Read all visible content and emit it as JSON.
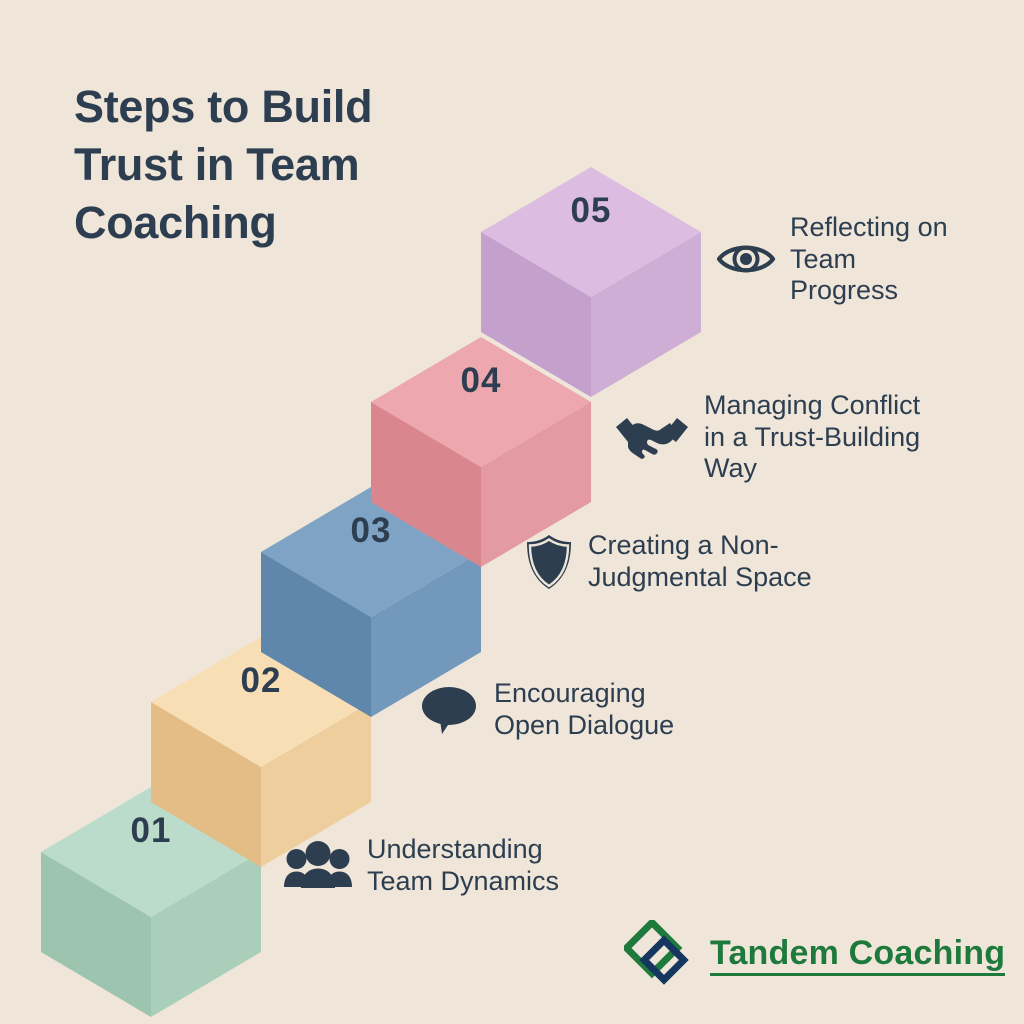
{
  "page": {
    "background_color": "#EFE5D8",
    "ink_color": "#2C3E50",
    "title_lines": [
      "Steps to Build",
      "Trust in Team",
      "Coaching"
    ],
    "title_full": "Steps to Build Trust in Team Coaching"
  },
  "steps": [
    {
      "number": "01",
      "icon": "people-group-icon",
      "label": "Understanding\nTeam Dynamics",
      "label_plain": "Understanding Team Dynamics",
      "color_top": "#BCDCCB",
      "color_left": "#9CC4AF",
      "color_right": "#A9CFBB"
    },
    {
      "number": "02",
      "icon": "speech-bubble-icon",
      "label": "Encouraging\nOpen Dialogue",
      "label_plain": "Encouraging Open Dialogue",
      "color_top": "#F7DEB4",
      "color_left": "#E3BC86",
      "color_right": "#EFCE9E"
    },
    {
      "number": "03",
      "icon": "shield-icon",
      "label": "Creating a Non-\nJudgmental Space",
      "label_plain": "Creating a Non-Judgmental Space",
      "color_top": "#7FA3C4",
      "color_left": "#5F87AB",
      "color_right": "#7298BC"
    },
    {
      "number": "04",
      "icon": "handshake-icon",
      "label": "Managing Conflict\nin a Trust-Building\nWay",
      "label_plain": "Managing Conflict in a Trust-Building Way",
      "color_top": "#EDA7AE",
      "color_left": "#D9868F",
      "color_right": "#E39AA2"
    },
    {
      "number": "05",
      "icon": "eye-icon",
      "label": "Reflecting on\nTeam\nProgress",
      "label_plain": "Reflecting on Team Progress",
      "color_top": "#DCBCE0",
      "color_left": "#C4A0CC",
      "color_right": "#CFAED6"
    }
  ],
  "logo": {
    "name": "Tandem Coaching",
    "mark": "interlocking-diamonds-logo",
    "green": "#1E7A3C",
    "navy": "#15365F"
  }
}
